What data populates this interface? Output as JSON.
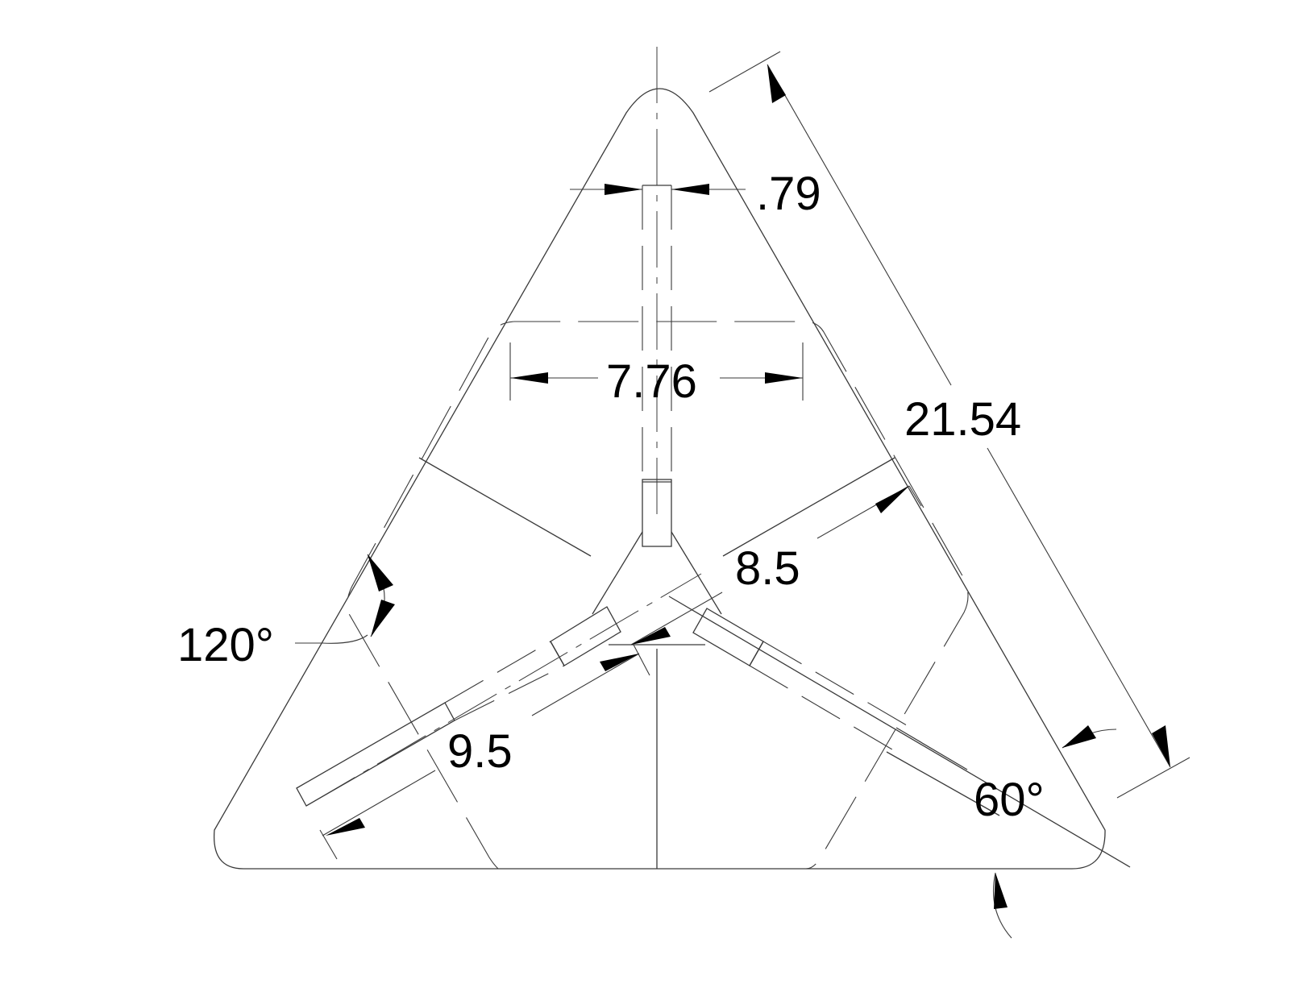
{
  "dimensions": {
    "slot_width": ".79",
    "inner_flat_width": "7.76",
    "side_length": "21.54",
    "arm_length_inner": "8.5",
    "arm_length_outer": "9.5",
    "angle_left": "120°",
    "angle_right": "60°"
  },
  "colors": {
    "line": "#3a3a3a",
    "text": "#000000",
    "background": "#ffffff"
  }
}
